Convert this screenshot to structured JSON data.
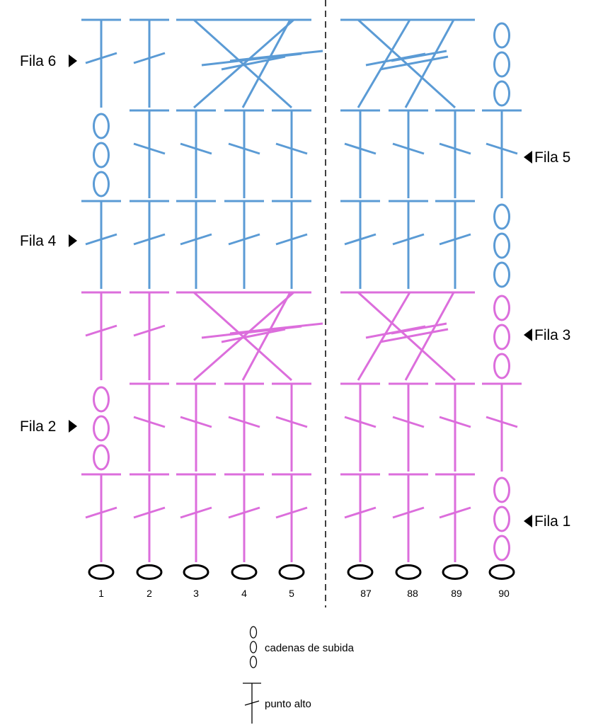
{
  "colors": {
    "blue": "#5b9bd5",
    "pink": "#dc6edc",
    "black": "#000000"
  },
  "row_labels": {
    "fila6": "Fila 6",
    "fila5": "Fila 5",
    "fila4": "Fila 4",
    "fila3": "Fila 3",
    "fila2": "Fila 2",
    "fila1": "Fila 1"
  },
  "column_numbers": [
    "1",
    "2",
    "3",
    "4",
    "5",
    "87",
    "88",
    "89",
    "90"
  ],
  "rows": [
    {
      "label": "Fila 1",
      "color": "pink",
      "pattern": "straight",
      "chain_side": "right"
    },
    {
      "label": "Fila 2",
      "color": "pink",
      "pattern": "straight",
      "chain_side": "left"
    },
    {
      "label": "Fila 3",
      "color": "pink",
      "pattern": "crossed",
      "chain_side": "right"
    },
    {
      "label": "Fila 4",
      "color": "blue",
      "pattern": "straight",
      "chain_side": "right"
    },
    {
      "label": "Fila 5",
      "color": "blue",
      "pattern": "straight",
      "chain_side": "left"
    },
    {
      "label": "Fila 6",
      "color": "blue",
      "pattern": "crossed",
      "chain_side": "right"
    }
  ],
  "legend": {
    "chain_label": "cadenas de subida",
    "dc_label": "punto alto"
  },
  "icons": {
    "chain": "chain-stitch-icon",
    "double_crochet": "double-crochet-icon",
    "foundation": "foundation-chain-icon"
  }
}
